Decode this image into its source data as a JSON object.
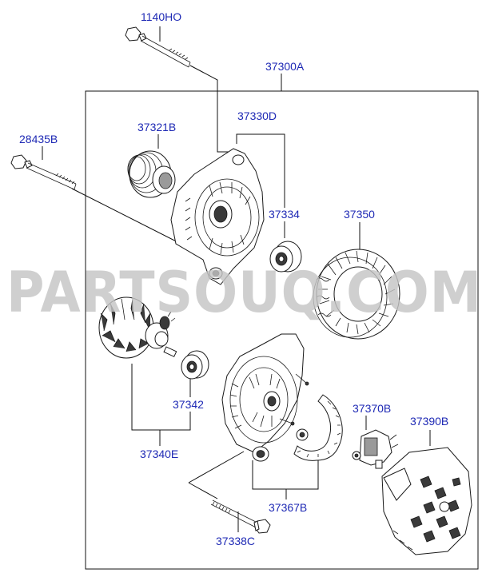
{
  "diagram": {
    "assembly_number": "37300A",
    "watermark_text": "PARTSOUQ.COM",
    "label_color": "#1f2ab5",
    "parts": [
      {
        "id": "bolt_top",
        "part_number": "1140HO",
        "depicts": "long-bolt-icon"
      },
      {
        "id": "bolt_left",
        "part_number": "28435B",
        "depicts": "long-bolt-icon"
      },
      {
        "id": "pulley",
        "part_number": "37321B",
        "depicts": "pulley-icon"
      },
      {
        "id": "front_bracket",
        "part_number": "37330D",
        "depicts": "front-bracket-icon"
      },
      {
        "id": "front_bearing",
        "part_number": "37334",
        "depicts": "bearing-icon"
      },
      {
        "id": "stator",
        "part_number": "37350",
        "depicts": "stator-icon"
      },
      {
        "id": "rear_bearing",
        "part_number": "37342",
        "depicts": "bearing-icon"
      },
      {
        "id": "rotor",
        "part_number": "37340E",
        "depicts": "rotor-icon"
      },
      {
        "id": "regulator",
        "part_number": "37370B",
        "depicts": "regulator-icon"
      },
      {
        "id": "rear_cover",
        "part_number": "37390B",
        "depicts": "rear-cover-icon"
      },
      {
        "id": "rectifier",
        "part_number": "37367B",
        "depicts": "rectifier-icon"
      },
      {
        "id": "through_bolt",
        "part_number": "37338C",
        "depicts": "through-bolt-icon"
      }
    ]
  }
}
